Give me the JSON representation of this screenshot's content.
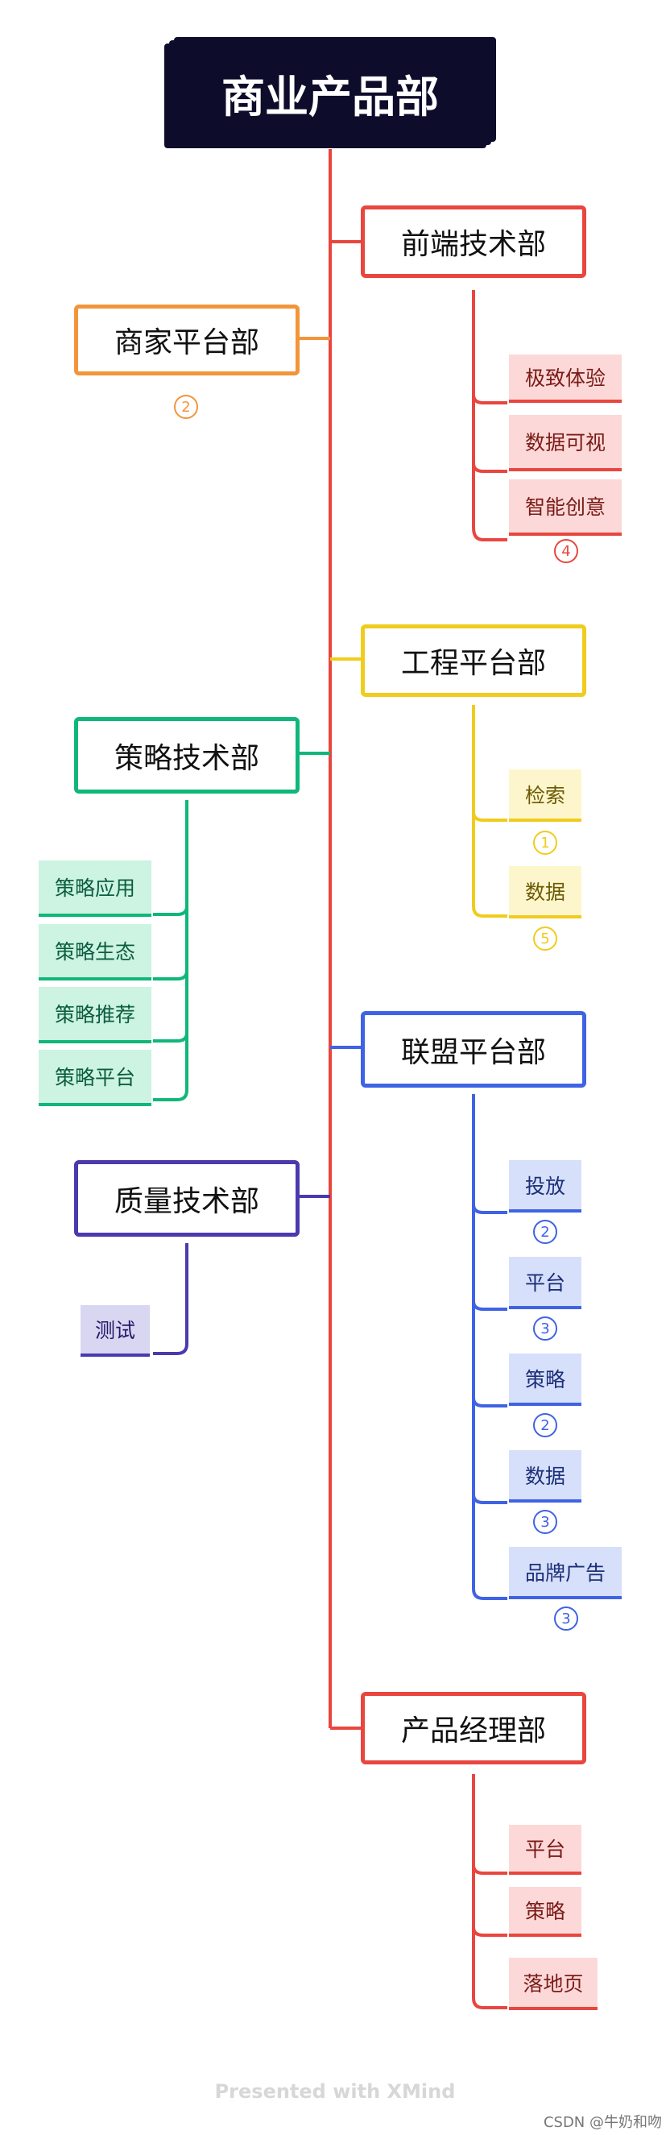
{
  "root": {
    "label": "商业产品部"
  },
  "colors": {
    "red": "#e8463f",
    "orange": "#f2953a",
    "yellow": "#f0cc1d",
    "green": "#10b77a",
    "blue": "#3f63e4",
    "purple": "#4a3aad",
    "red_fill": "#fcd9d8",
    "yellow_fill": "#fdf6cd",
    "green_fill": "#cdf3e2",
    "blue_fill": "#d7e0fa",
    "purple_fill": "#d8d6f0"
  },
  "departments": {
    "frontend": {
      "label": "前端技术部",
      "badge": "4",
      "items": [
        {
          "label": "极致体验"
        },
        {
          "label": "数据可视"
        },
        {
          "label": "智能创意"
        }
      ]
    },
    "merchant": {
      "label": "商家平台部",
      "badge": "2"
    },
    "engineering": {
      "label": "工程平台部",
      "items": [
        {
          "label": "检索",
          "badge": "1"
        },
        {
          "label": "数据",
          "badge": "5"
        }
      ]
    },
    "strategy": {
      "label": "策略技术部",
      "items": [
        {
          "label": "策略应用"
        },
        {
          "label": "策略生态"
        },
        {
          "label": "策略推荐"
        },
        {
          "label": "策略平台"
        }
      ]
    },
    "alliance": {
      "label": "联盟平台部",
      "items": [
        {
          "label": "投放",
          "badge": "2"
        },
        {
          "label": "平台",
          "badge": "3"
        },
        {
          "label": "策略",
          "badge": "2"
        },
        {
          "label": "数据",
          "badge": "3"
        },
        {
          "label": "品牌广告",
          "badge": "3"
        }
      ]
    },
    "quality": {
      "label": "质量技术部",
      "items": [
        {
          "label": "测试"
        }
      ]
    },
    "product": {
      "label": "产品经理部",
      "items": [
        {
          "label": "平台"
        },
        {
          "label": "策略"
        },
        {
          "label": "落地页"
        }
      ]
    }
  },
  "footer": {
    "text": "Presented with XMind"
  },
  "watermark": {
    "text": "CSDN @牛奶和吻"
  }
}
